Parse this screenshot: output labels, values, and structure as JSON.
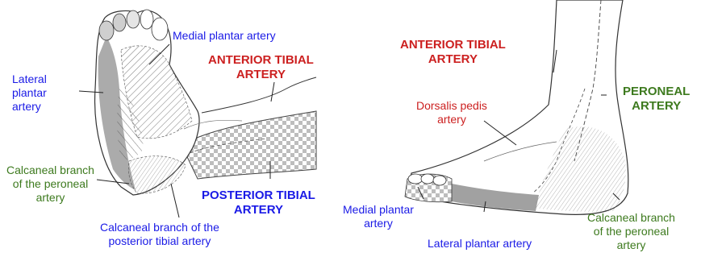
{
  "colors": {
    "artery_label_blue": "#1a1ae6",
    "artery_label_red": "#cc2020",
    "artery_label_green": "#3d7a1e",
    "sketch_line": "#333333",
    "shade": "#8a8a8a"
  },
  "left_panel": {
    "medial_plantar": "Medial plantar artery",
    "lateral_plantar": "Lateral\nplantar\nartery",
    "anterior_tibial": "ANTERIOR TIBIAL\nARTERY",
    "calcaneal_peroneal": "Calcaneal branch\nof the peroneal\nartery",
    "posterior_tibial": "POSTERIOR TIBIAL\nARTERY",
    "calcaneal_posterior_tibial": "Calcaneal branch of the\nposterior tibial artery"
  },
  "right_panel": {
    "anterior_tibial": "ANTERIOR TIBIAL\nARTERY",
    "peroneal": "PERONEAL\nARTERY",
    "dorsalis_pedis": "Dorsalis pedis\nartery",
    "medial_plantar": "Medial plantar\nartery",
    "lateral_plantar": "Lateral plantar artery",
    "calcaneal_peroneal": "Calcaneal branch\nof the peroneal\nartery"
  }
}
